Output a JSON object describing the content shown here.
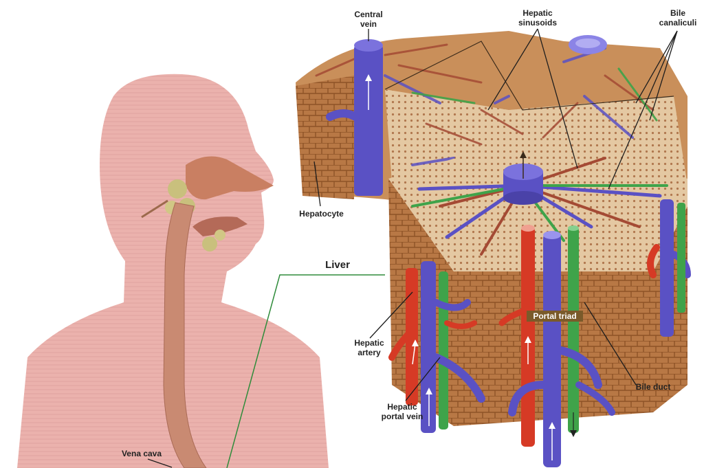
{
  "labels": {
    "central_vein": "Central\nvein",
    "hepatic_sinusoids": "Hepatic\nsinusoids",
    "bile_canaliculi": "Bile\ncanaliculi",
    "hepatocyte": "Hepatocyte",
    "liver": "Liver",
    "portal_triad": "Portal triad",
    "hepatic_artery": "Hepatic\nartery",
    "bile_duct": "Bile duct",
    "hepatic_portal_vein": "Hepatic\nportal vein",
    "vena_cava": "Vena cava"
  },
  "colors": {
    "body": "#e9b0ab",
    "liver_tissue": "#b5713f",
    "vein_blue": "#5a51c4",
    "artery_red": "#d63a25",
    "bile_green": "#3fa34a",
    "leader_green": "#2e8b3a"
  }
}
